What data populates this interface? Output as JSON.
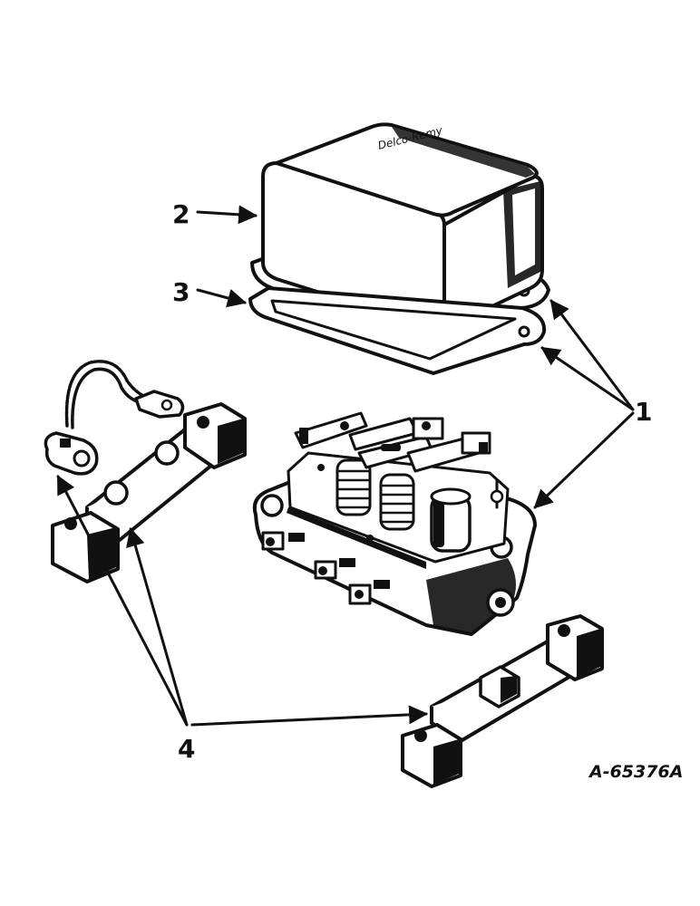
{
  "diagram": {
    "callouts": {
      "one": "1",
      "two": "2",
      "three": "3",
      "four": "4"
    },
    "reference_number": "A-65376A",
    "cover_logo_text": "Delco-Remy"
  },
  "colors": {
    "ink": "#111111",
    "background": "#ffffff"
  }
}
